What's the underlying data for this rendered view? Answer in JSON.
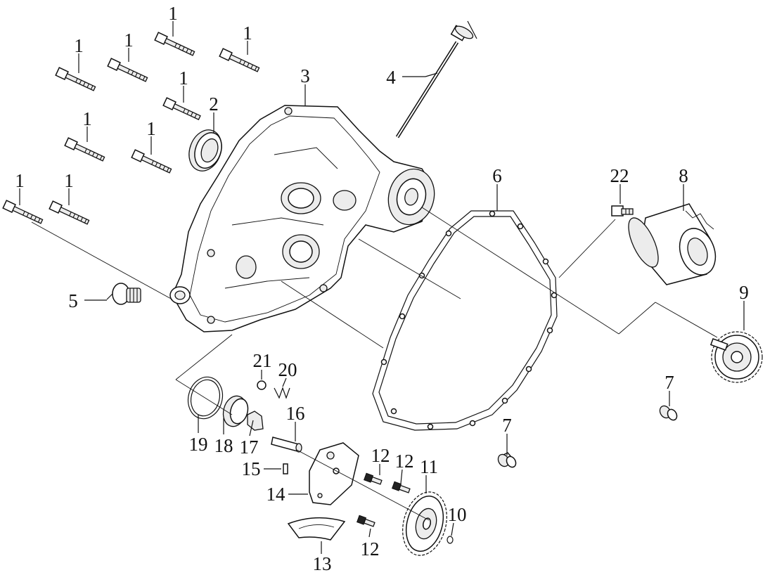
{
  "diagram": {
    "callouts": [
      {
        "id": "bolt-a",
        "text": "1"
      },
      {
        "id": "bolt-b",
        "text": "1"
      },
      {
        "id": "bolt-c",
        "text": "1"
      },
      {
        "id": "bolt-d",
        "text": "1"
      },
      {
        "id": "bolt-e",
        "text": "1"
      },
      {
        "id": "bolt-f",
        "text": "1"
      },
      {
        "id": "bolt-g",
        "text": "1"
      },
      {
        "id": "bolt-h",
        "text": "1"
      },
      {
        "id": "bolt-i",
        "text": "1"
      },
      {
        "id": "oil-seal",
        "text": "2"
      },
      {
        "id": "crankcase-cover",
        "text": "3"
      },
      {
        "id": "dipstick",
        "text": "4"
      },
      {
        "id": "drain-plug",
        "text": "5"
      },
      {
        "id": "gasket",
        "text": "6"
      },
      {
        "id": "dowel-pin-a",
        "text": "7"
      },
      {
        "id": "dowel-pin-b",
        "text": "7"
      },
      {
        "id": "oil-filter",
        "text": "8"
      },
      {
        "id": "governor-gear",
        "text": "9"
      },
      {
        "id": "o-ring",
        "text": "10"
      },
      {
        "id": "oil-pump-gear",
        "text": "11"
      },
      {
        "id": "pump-bolt-a",
        "text": "12"
      },
      {
        "id": "pump-bolt-b",
        "text": "12"
      },
      {
        "id": "pump-bolt-c",
        "text": "12"
      },
      {
        "id": "oil-screen",
        "text": "13"
      },
      {
        "id": "pump-cover",
        "text": "14"
      },
      {
        "id": "pin",
        "text": "15"
      },
      {
        "id": "pump-shaft",
        "text": "16"
      },
      {
        "id": "inner-rotor",
        "text": "17"
      },
      {
        "id": "outer-rotor",
        "text": "18"
      },
      {
        "id": "pump-o-ring",
        "text": "19"
      },
      {
        "id": "relief-spring",
        "text": "20"
      },
      {
        "id": "relief-ball",
        "text": "21"
      },
      {
        "id": "filter-nipple",
        "text": "22"
      }
    ]
  }
}
